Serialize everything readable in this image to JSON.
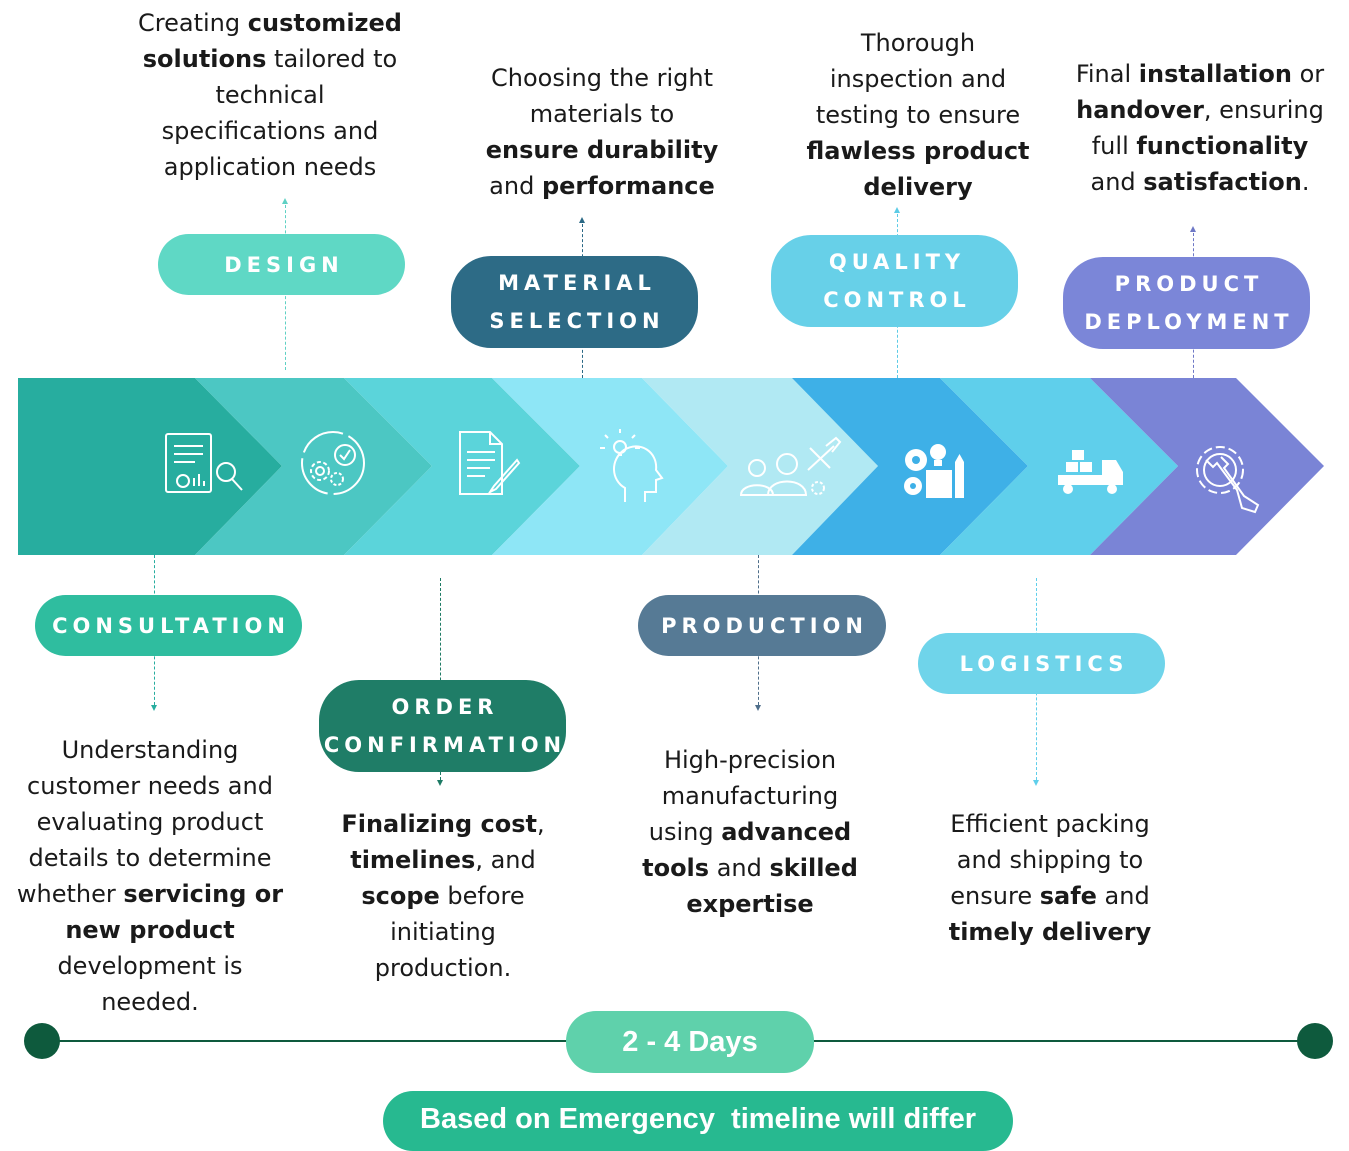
{
  "colors": {
    "consultation": "#27ad9f",
    "design": "#4cc7c3",
    "order": "#5bd4da",
    "material": "#8ee6f6",
    "production": "#b1e9f3",
    "quality": "#3eb0e7",
    "logistics": "#5fcfeb",
    "deployment": "#7a84d6",
    "timeline": "#0e5a3d"
  },
  "stages": {
    "design": {
      "label": [
        "DESIGN"
      ],
      "desc_html": "Creating <b>customized</b><br><b>solutions</b> tailored to<br>technical<br>specifications and<br>application needs",
      "icon": "gears-check-icon"
    },
    "material": {
      "label": [
        "MATERIAL",
        "SELECTION"
      ],
      "desc_html": "Choosing the right<br>materials to<br><b>ensure durability</b><br>and <b>performance</b>",
      "icon": "lightbulb-head-icon"
    },
    "quality": {
      "label": [
        "QUALITY",
        "CONTROL"
      ],
      "desc_html": "Thorough<br>inspection and<br>testing to ensure<br><b>flawless product</b><br><b>delivery</b>",
      "icon": "quality-gears-icon"
    },
    "deployment": {
      "label": [
        "PRODUCT",
        "DEPLOYMENT"
      ],
      "desc_html": "Final <b>installation</b> or<br><b>handover</b>, ensuring<br>full <b>functionality</b><br>and <b>satisfaction</b>.",
      "icon": "gear-wrench-icon"
    },
    "consultation": {
      "label": [
        "CONSULTATION"
      ],
      "desc_html": "Understanding<br>customer needs and<br>evaluating product<br>details to determine<br>whether <b>servicing or</b><br><b>new product</b><br>development is<br>needed.",
      "icon": "report-magnifier-icon"
    },
    "order": {
      "label": [
        "ORDER",
        "CONFIRMATION"
      ],
      "desc_html": "<b>Finalizing cost</b>,<br><b>timelines</b>, and<br><b>scope</b> before<br>initiating<br>production.",
      "icon": "document-pen-icon"
    },
    "production": {
      "label": [
        "PRODUCTION"
      ],
      "desc_html": "High-precision<br>manufacturing<br>using <b>advanced</b><br><b>tools</b> and <b>skilled</b><br><b>expertise</b>",
      "icon": "team-tools-icon"
    },
    "logistics": {
      "label": [
        "LOGISTICS"
      ],
      "desc_html": "Efficient packing<br>and shipping to<br>ensure <b>safe</b> and<br><b>timely delivery</b>",
      "icon": "delivery-truck-icon"
    }
  },
  "timeline": {
    "duration": "2 - 4 Days",
    "note": "Based on Emergency  timeline will differ"
  }
}
